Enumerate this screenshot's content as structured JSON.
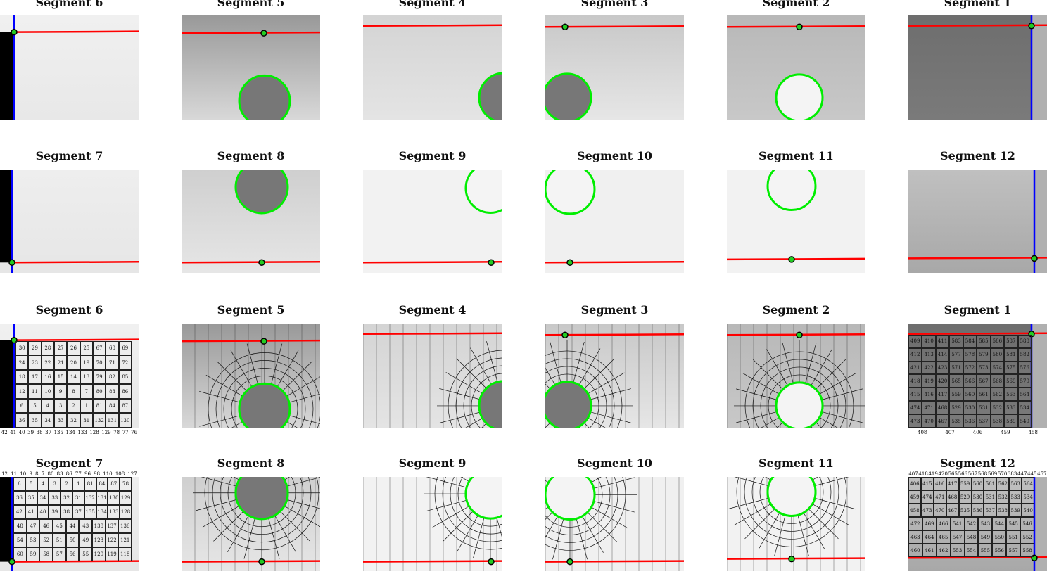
{
  "panels": [
    {
      "title": "Segment 6"
    },
    {
      "title": "Segment 5"
    },
    {
      "title": "Segment 4"
    },
    {
      "title": "Segment 3"
    },
    {
      "title": "Segment 2"
    },
    {
      "title": "Segment 1"
    },
    {
      "title": "Segment 7"
    },
    {
      "title": "Segment 8"
    },
    {
      "title": "Segment 9"
    },
    {
      "title": "Segment 10"
    },
    {
      "title": "Segment 11"
    },
    {
      "title": "Segment 12"
    },
    {
      "title": "Segment 6",
      "mesh": [
        [
          "30",
          "29",
          "28",
          "27",
          "26",
          "25",
          "67",
          "68",
          "69"
        ],
        [
          "24",
          "23",
          "22",
          "21",
          "20",
          "19",
          "70",
          "71",
          "72"
        ],
        [
          "18",
          "17",
          "16",
          "15",
          "14",
          "13",
          "79",
          "82",
          "85"
        ],
        [
          "12",
          "11",
          "10",
          "9",
          "8",
          "7",
          "80",
          "83",
          "86"
        ],
        [
          "6",
          "5",
          "4",
          "3",
          "2",
          "1",
          "81",
          "84",
          "87"
        ],
        [
          "36",
          "35",
          "34",
          "33",
          "32",
          "31",
          "132",
          "131",
          "130"
        ]
      ],
      "mesh_outer": [
        "42",
        "41",
        "40",
        "39",
        "38",
        "37",
        "135",
        "134",
        "133",
        "128",
        "129",
        "78",
        "77",
        "76"
      ]
    },
    {
      "title": "Segment 5"
    },
    {
      "title": "Segment 4"
    },
    {
      "title": "Segment 3"
    },
    {
      "title": "Segment 2"
    },
    {
      "title": "Segment 1",
      "mesh": [
        [
          "409",
          "410",
          "411",
          "583",
          "584",
          "585",
          "586",
          "587",
          "588"
        ],
        [
          "412",
          "413",
          "414",
          "577",
          "578",
          "579",
          "580",
          "581",
          "582"
        ],
        [
          "421",
          "422",
          "423",
          "571",
          "572",
          "573",
          "574",
          "575",
          "576"
        ],
        [
          "418",
          "419",
          "420",
          "565",
          "566",
          "567",
          "568",
          "569",
          "570"
        ],
        [
          "415",
          "416",
          "417",
          "559",
          "560",
          "561",
          "562",
          "563",
          "564"
        ],
        [
          "474",
          "471",
          "468",
          "529",
          "530",
          "531",
          "532",
          "533",
          "534"
        ],
        [
          "473",
          "470",
          "467",
          "535",
          "536",
          "537",
          "538",
          "539",
          "540"
        ]
      ],
      "mesh_outer": [
        "408",
        "407",
        "406",
        "459",
        "458"
      ]
    },
    {
      "title": "Segment 7",
      "mesh": [
        [
          "6",
          "5",
          "4",
          "3",
          "2",
          "1",
          "81",
          "84",
          "87",
          "78"
        ],
        [
          "36",
          "35",
          "34",
          "33",
          "32",
          "31",
          "132",
          "131",
          "130",
          "129"
        ],
        [
          "42",
          "41",
          "40",
          "39",
          "38",
          "37",
          "135",
          "134",
          "133",
          "128"
        ],
        [
          "48",
          "47",
          "46",
          "45",
          "44",
          "43",
          "138",
          "137",
          "136"
        ],
        [
          "54",
          "53",
          "52",
          "51",
          "50",
          "49",
          "123",
          "122",
          "121"
        ],
        [
          "60",
          "59",
          "58",
          "57",
          "56",
          "55",
          "120",
          "119",
          "118"
        ]
      ],
      "mesh_outer": [
        "12",
        "11",
        "10",
        "9",
        "8",
        "7",
        "80",
        "83",
        "86",
        "77",
        "96",
        "98",
        "110",
        "108",
        "127"
      ]
    },
    {
      "title": "Segment 8"
    },
    {
      "title": "Segment 9"
    },
    {
      "title": "Segment 10"
    },
    {
      "title": "Segment 11"
    },
    {
      "title": "Segment 12",
      "mesh": [
        [
          "406",
          "415",
          "416",
          "417",
          "559",
          "560",
          "561",
          "562",
          "563",
          "564"
        ],
        [
          "459",
          "474",
          "471",
          "468",
          "529",
          "530",
          "531",
          "532",
          "533",
          "534"
        ],
        [
          "458",
          "473",
          "470",
          "467",
          "535",
          "536",
          "537",
          "538",
          "539",
          "540"
        ],
        [
          "472",
          "469",
          "466",
          "541",
          "542",
          "543",
          "544",
          "545",
          "546"
        ],
        [
          "463",
          "464",
          "465",
          "547",
          "548",
          "549",
          "550",
          "551",
          "552"
        ],
        [
          "460",
          "461",
          "462",
          "553",
          "554",
          "555",
          "556",
          "557",
          "558"
        ]
      ],
      "mesh_outer": [
        "407",
        "418",
        "419",
        "420",
        "565",
        "566",
        "567",
        "568",
        "569",
        "570",
        "383",
        "447",
        "445",
        "457"
      ]
    }
  ],
  "colors": {
    "boundary": "#ff0000",
    "edge": "#0000ff",
    "circle": "#00ee00"
  }
}
